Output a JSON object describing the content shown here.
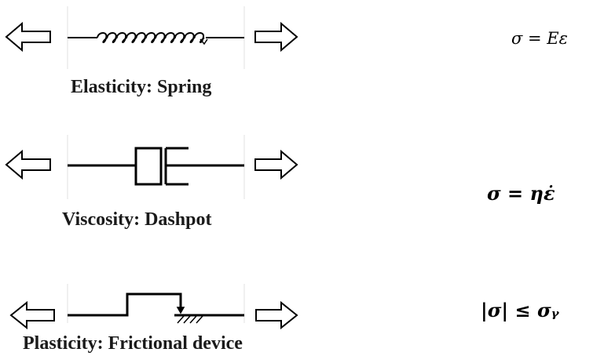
{
  "elements": [
    {
      "caption": "Elasticity: Spring",
      "equation": "σ = Eε",
      "symbol": "spring-icon"
    },
    {
      "caption": "Viscosity: Dashpot",
      "equation": "σ = ηε̇",
      "symbol": "dashpot-icon"
    },
    {
      "caption": "Plasticity: Frictional device",
      "equation": "|σ| ≤ σᵧ",
      "symbol": "frictional-device-icon"
    }
  ],
  "colors": {
    "stroke": "#000000",
    "faint_rule": "#dddddd",
    "text": "#1a1a1a"
  }
}
